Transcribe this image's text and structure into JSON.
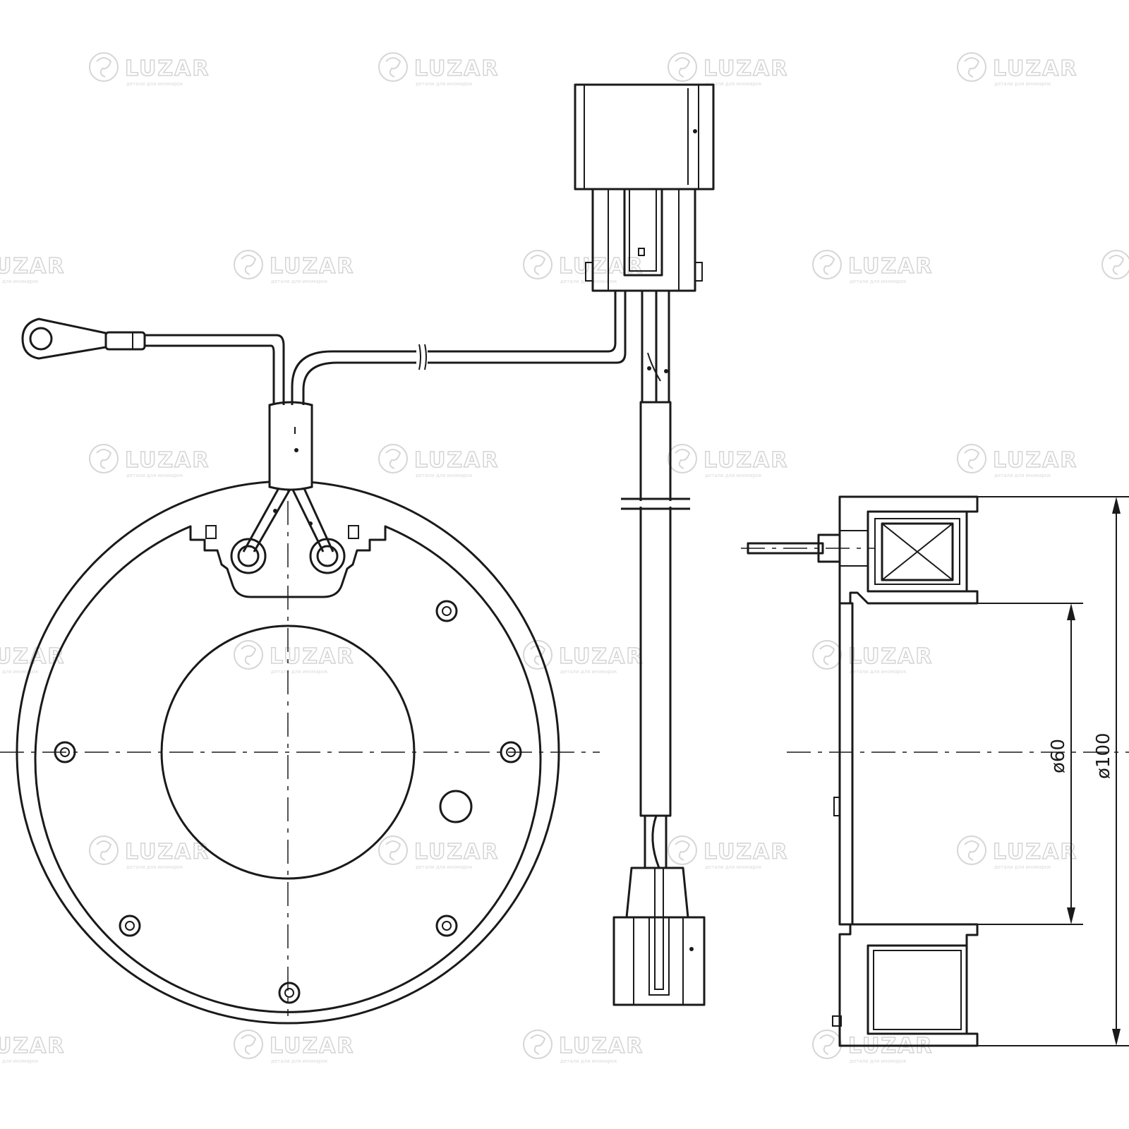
{
  "drawing": {
    "dimensions": {
      "inner_diameter": "ø60",
      "outer_diameter": "ø100"
    },
    "watermark": {
      "brand": "LUZAR",
      "tagline": "детали для иномарок"
    },
    "colors": {
      "line": "#1a1a1a",
      "watermark": "#d4d4d4",
      "background": "#ffffff"
    }
  }
}
